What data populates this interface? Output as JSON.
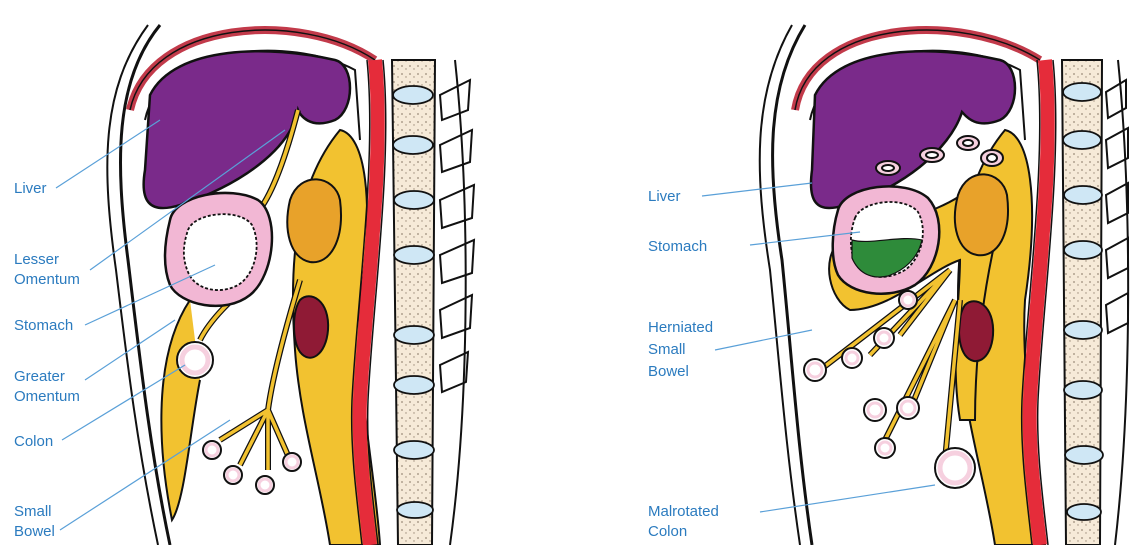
{
  "colors": {
    "label": "#2b7bbf",
    "leader": "#5aa0d8",
    "liver": "#7a2a8a",
    "fat": "#f2c230",
    "aorta": "#e52c3a",
    "kidney": "#8f1a35",
    "pancreas": "#e8a22a",
    "stomach_wall": "#f2b7d4",
    "bowel_ring": "#f6d0df",
    "gastric_content": "#2e8b3a",
    "disc": "#cfe7f5",
    "vertebra": "#f6ead8",
    "outline": "#111111",
    "skin": "#ffffff"
  },
  "left_panel": {
    "labels": {
      "liver": "Liver",
      "lesser_omentum_1": "Lesser",
      "lesser_omentum_2": "Omentum",
      "stomach": "Stomach",
      "greater_omentum_1": "Greater",
      "greater_omentum_2": "Omentum",
      "colon": "Colon",
      "small_bowel_1": "Small",
      "small_bowel_2": "Bowel"
    }
  },
  "right_panel": {
    "labels": {
      "liver": "Liver",
      "stomach": "Stomach",
      "herniated_1": "Herniated",
      "herniated_2": "Small",
      "herniated_3": "Bowel",
      "malrotated_1": "Malrotated",
      "malrotated_2": "Colon"
    }
  }
}
